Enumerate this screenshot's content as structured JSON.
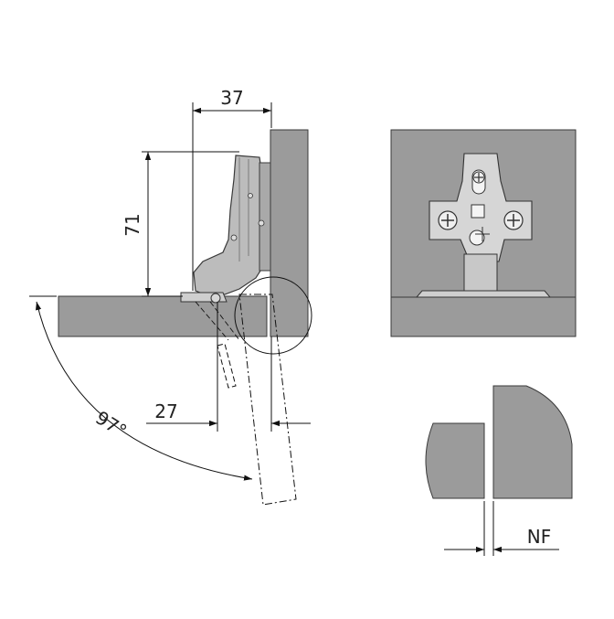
{
  "dimensions": {
    "width_top": "37",
    "height_left": "71",
    "width_bottom": "27",
    "angle": "97°",
    "gap_label": "NF"
  },
  "colors": {
    "panel_fill": "#9b9b9b",
    "panel_stroke": "#3a3a3a",
    "hinge_fill": "#bcbcbc",
    "line": "#111111",
    "background": "#ffffff"
  }
}
